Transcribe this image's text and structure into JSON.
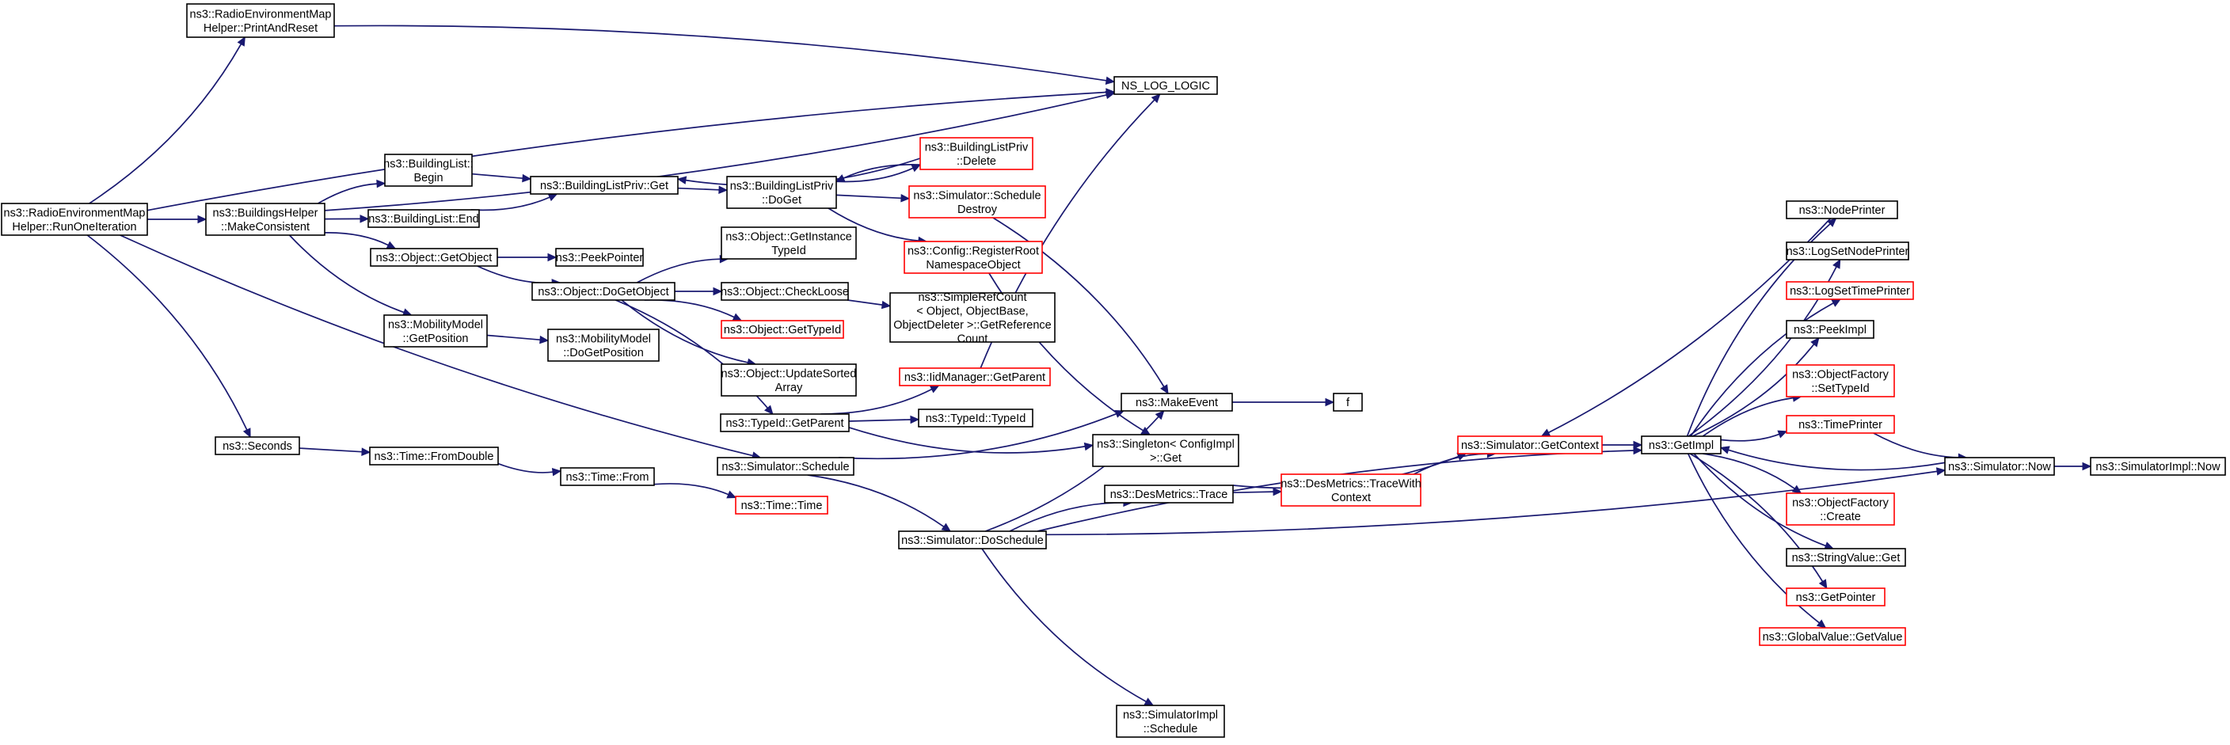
{
  "diagram": {
    "type": "call-graph",
    "colors": {
      "edge": "#191970",
      "normal_border": "#000000",
      "truncated_border": "#ff0000",
      "root_fill": "#bfbfbf"
    },
    "nodes": [
      {
        "id": "root",
        "lines": [
          "ns3::RadioEnvironmentMap",
          "Helper::RunOneIteration"
        ],
        "style": "root"
      },
      {
        "id": "printreset",
        "lines": [
          "ns3::RadioEnvironmentMap",
          "Helper::PrintAndReset"
        ],
        "style": "normal"
      },
      {
        "id": "nslog",
        "lines": [
          "NS_LOG_LOGIC"
        ],
        "style": "normal"
      },
      {
        "id": "bhelper",
        "lines": [
          "ns3::BuildingsHelper",
          "::MakeConsistent"
        ],
        "style": "normal"
      },
      {
        "id": "blbegin",
        "lines": [
          "ns3::BuildingList::",
          "Begin"
        ],
        "style": "normal"
      },
      {
        "id": "blend",
        "lines": [
          "ns3::BuildingList::End"
        ],
        "style": "normal"
      },
      {
        "id": "blpget",
        "lines": [
          "ns3::BuildingListPriv::Get"
        ],
        "style": "normal"
      },
      {
        "id": "blpdoget",
        "lines": [
          "ns3::BuildingListPriv",
          "::DoGet"
        ],
        "style": "normal"
      },
      {
        "id": "blpdelete",
        "lines": [
          "ns3::BuildingListPriv",
          "::Delete"
        ],
        "style": "truncated"
      },
      {
        "id": "simsched_destroy",
        "lines": [
          "ns3::Simulator::Schedule",
          "Destroy"
        ],
        "style": "truncated"
      },
      {
        "id": "configreg",
        "lines": [
          "ns3::Config::RegisterRoot",
          "NamespaceObject"
        ],
        "style": "truncated"
      },
      {
        "id": "objgetobj",
        "lines": [
          "ns3::Object::GetObject"
        ],
        "style": "normal"
      },
      {
        "id": "peekptr",
        "lines": [
          "ns3::PeekPointer"
        ],
        "style": "normal"
      },
      {
        "id": "objdogetobj",
        "lines": [
          "ns3::Object::DoGetObject"
        ],
        "style": "normal"
      },
      {
        "id": "objgetinst",
        "lines": [
          "ns3::Object::GetInstance",
          "TypeId"
        ],
        "style": "normal"
      },
      {
        "id": "objcheckloose",
        "lines": [
          "ns3::Object::CheckLoose"
        ],
        "style": "normal"
      },
      {
        "id": "simplerefcount",
        "lines": [
          "ns3::SimpleRefCount",
          "< Object, ObjectBase,",
          "ObjectDeleter >::GetReference",
          "Count"
        ],
        "style": "normal"
      },
      {
        "id": "objgettypeid",
        "lines": [
          "ns3::Object::GetTypeId"
        ],
        "style": "truncated"
      },
      {
        "id": "objupdsorted",
        "lines": [
          "ns3::Object::UpdateSorted",
          "Array"
        ],
        "style": "normal"
      },
      {
        "id": "mobgetpos",
        "lines": [
          "ns3::MobilityModel",
          "::GetPosition"
        ],
        "style": "normal"
      },
      {
        "id": "mobdogetpos",
        "lines": [
          "ns3::MobilityModel",
          "::DoGetPosition"
        ],
        "style": "normal"
      },
      {
        "id": "iidmgr",
        "lines": [
          "ns3::IidManager::GetParent"
        ],
        "style": "truncated"
      },
      {
        "id": "typeidgetparent",
        "lines": [
          "ns3::TypeId::GetParent"
        ],
        "style": "normal"
      },
      {
        "id": "typeidtypeid",
        "lines": [
          "ns3::TypeId::TypeId"
        ],
        "style": "normal"
      },
      {
        "id": "makeevent",
        "lines": [
          "ns3::MakeEvent"
        ],
        "style": "normal"
      },
      {
        "id": "f",
        "lines": [
          "f"
        ],
        "style": "normal"
      },
      {
        "id": "singleton",
        "lines": [
          "ns3::Singleton< ConfigImpl",
          ">::Get"
        ],
        "style": "normal"
      },
      {
        "id": "seconds",
        "lines": [
          "ns3::Seconds"
        ],
        "style": "normal"
      },
      {
        "id": "timefromdouble",
        "lines": [
          "ns3::Time::FromDouble"
        ],
        "style": "normal"
      },
      {
        "id": "timefrom",
        "lines": [
          "ns3::Time::From"
        ],
        "style": "normal"
      },
      {
        "id": "timetime",
        "lines": [
          "ns3::Time::Time"
        ],
        "style": "truncated"
      },
      {
        "id": "simschedule",
        "lines": [
          "ns3::Simulator::Schedule"
        ],
        "style": "normal"
      },
      {
        "id": "simdoschedule",
        "lines": [
          "ns3::Simulator::DoSchedule"
        ],
        "style": "normal"
      },
      {
        "id": "desmetrics",
        "lines": [
          "ns3::DesMetrics::Trace"
        ],
        "style": "normal"
      },
      {
        "id": "desmetricsctx",
        "lines": [
          "ns3::DesMetrics::TraceWith",
          "Context"
        ],
        "style": "truncated"
      },
      {
        "id": "simgetctx",
        "lines": [
          "ns3::Simulator::GetContext"
        ],
        "style": "truncated"
      },
      {
        "id": "simimplsched",
        "lines": [
          "ns3::SimulatorImpl",
          "::Schedule"
        ],
        "style": "normal"
      },
      {
        "id": "getimpl",
        "lines": [
          "ns3::GetImpl"
        ],
        "style": "normal"
      },
      {
        "id": "nodeprinter",
        "lines": [
          "ns3::NodePrinter"
        ],
        "style": "normal"
      },
      {
        "id": "logsetnode",
        "lines": [
          "ns3::LogSetNodePrinter"
        ],
        "style": "normal"
      },
      {
        "id": "logsettime",
        "lines": [
          "ns3::LogSetTimePrinter"
        ],
        "style": "truncated"
      },
      {
        "id": "peekimpl",
        "lines": [
          "ns3::PeekImpl"
        ],
        "style": "normal"
      },
      {
        "id": "objfactsettype",
        "lines": [
          "ns3::ObjectFactory",
          "::SetTypeId"
        ],
        "style": "truncated"
      },
      {
        "id": "timeprinter",
        "lines": [
          "ns3::TimePrinter"
        ],
        "style": "truncated"
      },
      {
        "id": "objfactcreate",
        "lines": [
          "ns3::ObjectFactory",
          "::Create"
        ],
        "style": "truncated"
      },
      {
        "id": "stringvalueget",
        "lines": [
          "ns3::StringValue::Get"
        ],
        "style": "normal"
      },
      {
        "id": "getpointer",
        "lines": [
          "ns3::GetPointer"
        ],
        "style": "truncated"
      },
      {
        "id": "globalvalue",
        "lines": [
          "ns3::GlobalValue::GetValue"
        ],
        "style": "truncated"
      },
      {
        "id": "simnow",
        "lines": [
          "ns3::Simulator::Now"
        ],
        "style": "normal"
      },
      {
        "id": "simimplnow",
        "lines": [
          "ns3::SimulatorImpl::Now"
        ],
        "style": "normal"
      }
    ],
    "edges": [
      [
        "root",
        "printreset"
      ],
      [
        "root",
        "nslog"
      ],
      [
        "root",
        "bhelper"
      ],
      [
        "root",
        "seconds"
      ],
      [
        "root",
        "simschedule"
      ],
      [
        "printreset",
        "nslog"
      ],
      [
        "bhelper",
        "nslog"
      ],
      [
        "bhelper",
        "blbegin"
      ],
      [
        "bhelper",
        "blend"
      ],
      [
        "bhelper",
        "objgetobj"
      ],
      [
        "bhelper",
        "mobgetpos"
      ],
      [
        "blbegin",
        "blpget"
      ],
      [
        "blend",
        "blpget"
      ],
      [
        "blpget",
        "blpdoget"
      ],
      [
        "blpdoget",
        "blpdelete"
      ],
      [
        "blpdoget",
        "simsched_destroy"
      ],
      [
        "blpdoget",
        "configreg"
      ],
      [
        "blpdelete",
        "blpget"
      ],
      [
        "blpdelete",
        "blpdoget"
      ],
      [
        "simsched_destroy",
        "makeevent"
      ],
      [
        "configreg",
        "singleton"
      ],
      [
        "objgetobj",
        "peekptr"
      ],
      [
        "objgetobj",
        "objdogetobj"
      ],
      [
        "objdogetobj",
        "objgetinst"
      ],
      [
        "objdogetobj",
        "objcheckloose"
      ],
      [
        "objdogetobj",
        "objgettypeid"
      ],
      [
        "objdogetobj",
        "objupdsorted"
      ],
      [
        "objdogetobj",
        "typeidgetparent"
      ],
      [
        "objcheckloose",
        "simplerefcount"
      ],
      [
        "mobgetpos",
        "mobdogetpos"
      ],
      [
        "typeidgetparent",
        "iidmgr"
      ],
      [
        "typeidgetparent",
        "typeidtypeid"
      ],
      [
        "typeidgetparent",
        "singleton"
      ],
      [
        "iidmgr",
        "nslog"
      ],
      [
        "makeevent",
        "f"
      ],
      [
        "seconds",
        "timefromdouble"
      ],
      [
        "timefromdouble",
        "timefrom"
      ],
      [
        "timefrom",
        "timetime"
      ],
      [
        "simschedule",
        "makeevent"
      ],
      [
        "simschedule",
        "simdoschedule"
      ],
      [
        "simdoschedule",
        "makeevent"
      ],
      [
        "simdoschedule",
        "desmetrics"
      ],
      [
        "simdoschedule",
        "simimplsched"
      ],
      [
        "simdoschedule",
        "getimpl"
      ],
      [
        "simdoschedule",
        "simnow"
      ],
      [
        "desmetrics",
        "desmetricsctx"
      ],
      [
        "desmetrics",
        "simgetctx"
      ],
      [
        "desmetricsctx",
        "simgetctx"
      ],
      [
        "simgetctx",
        "getimpl"
      ],
      [
        "getimpl",
        "nodeprinter"
      ],
      [
        "getimpl",
        "logsetnode"
      ],
      [
        "getimpl",
        "logsettime"
      ],
      [
        "getimpl",
        "peekimpl"
      ],
      [
        "getimpl",
        "objfactsettype"
      ],
      [
        "getimpl",
        "timeprinter"
      ],
      [
        "getimpl",
        "objfactcreate"
      ],
      [
        "getimpl",
        "stringvalueget"
      ],
      [
        "getimpl",
        "getpointer"
      ],
      [
        "getimpl",
        "globalvalue"
      ],
      [
        "nodeprinter",
        "simgetctx"
      ],
      [
        "timeprinter",
        "simnow"
      ],
      [
        "simnow",
        "getimpl"
      ],
      [
        "simnow",
        "simimplnow"
      ]
    ]
  }
}
